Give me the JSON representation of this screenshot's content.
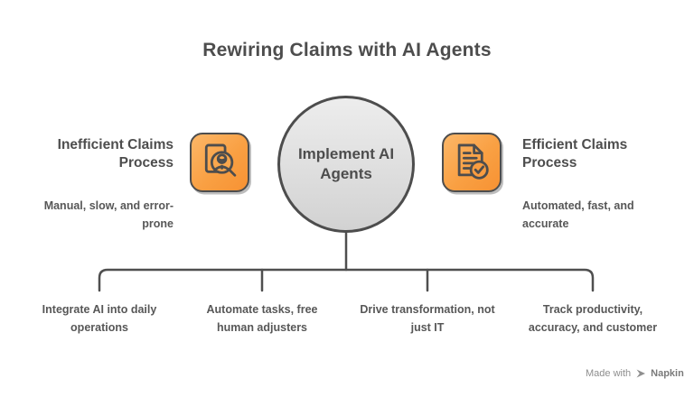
{
  "title": "Rewiring Claims with AI Agents",
  "center_node": {
    "label": "Implement AI Agents"
  },
  "left_node": {
    "icon": "claims-review-magnifier-icon",
    "heading": "Inefficient Claims Process",
    "description": "Manual, slow, and error-prone"
  },
  "right_node": {
    "icon": "claims-document-check-icon",
    "heading": "Efficient Claims Process",
    "description": "Automated, fast, and accurate"
  },
  "branches": [
    {
      "label": "Integrate AI into daily operations"
    },
    {
      "label": "Automate tasks, free human adjusters"
    },
    {
      "label": "Drive transformation, not just IT"
    },
    {
      "label": "Track productivity, accuracy, and customer"
    }
  ],
  "footer": {
    "made_with_label": "Made with",
    "brand_name": "Napkin"
  },
  "colors": {
    "accent_orange": "#F9A043",
    "accent_orange_light": "#FCB768",
    "accent_orange_dark": "#F79233",
    "text_dark": "#4D4D4D",
    "text_gray": "#575757",
    "line": "#4F4F4F",
    "node_fill_top": "#EDEDED",
    "node_fill_bottom": "#D2D2D2",
    "footer_gray": "#8E8E8E"
  }
}
